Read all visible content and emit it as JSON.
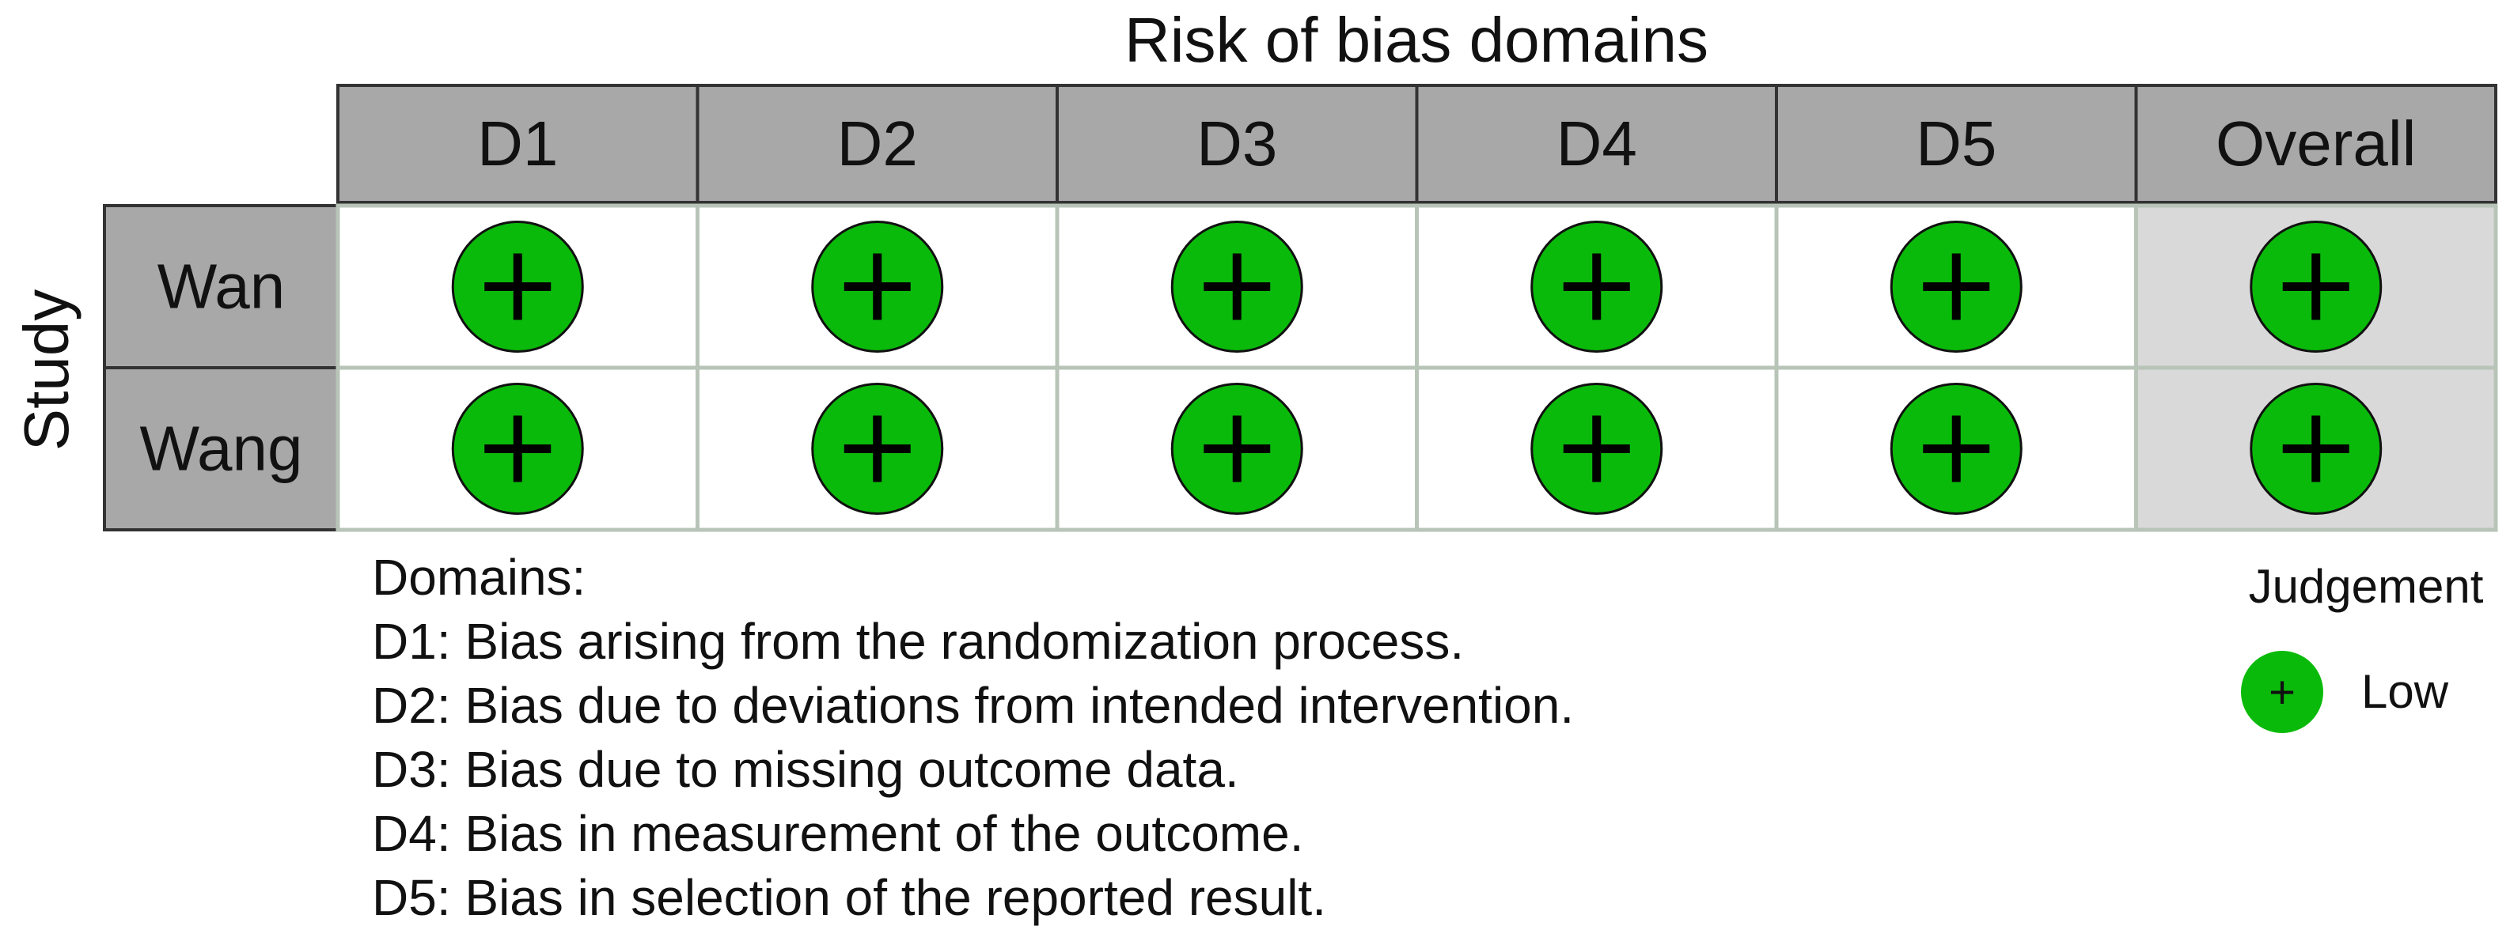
{
  "chart_data": {
    "type": "table",
    "title": "Risk of bias domains",
    "row_axis_label": "Study",
    "columns": [
      "D1",
      "D2",
      "D3",
      "D4",
      "D5",
      "Overall"
    ],
    "rows": [
      {
        "study": "Wan",
        "judgements": [
          "Low",
          "Low",
          "Low",
          "Low",
          "Low",
          "Low"
        ]
      },
      {
        "study": "Wang",
        "judgements": [
          "Low",
          "Low",
          "Low",
          "Low",
          "Low",
          "Low"
        ]
      }
    ],
    "judgement_symbols": {
      "Low": "+"
    },
    "colors": {
      "low": "#0aba0a",
      "header_bg": "#a8a8a8",
      "overall_bg": "#d9d9d9",
      "grid_line": "#b8c4b8",
      "border": "#333333"
    },
    "legend": {
      "domains_heading": "Domains:",
      "domains": [
        "D1: Bias arising from the randomization process.",
        "D2: Bias due to deviations from intended intervention.",
        "D3: Bias due to missing outcome data.",
        "D4: Bias in measurement of the outcome.",
        "D5: Bias in selection of the reported result."
      ],
      "judgement_title": "Judgement",
      "judgement_items": [
        {
          "label": "Low",
          "symbol": "+"
        }
      ]
    }
  }
}
